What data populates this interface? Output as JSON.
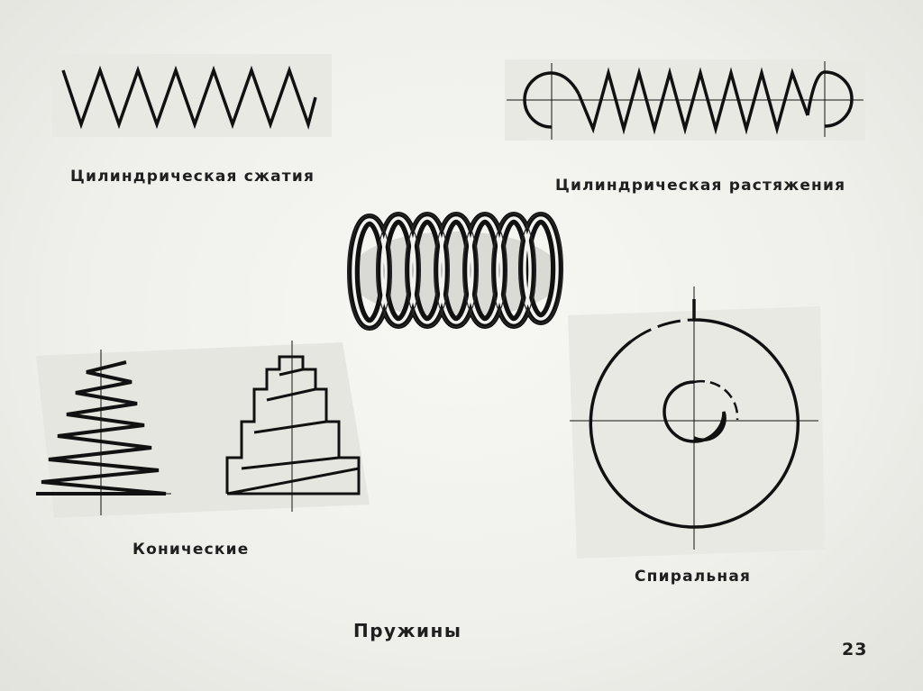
{
  "labels": {
    "compression": "Цилиндрическая сжатия",
    "tension": "Цилиндрическая растяжения",
    "conical": "Конические",
    "spiral": "Спиральная",
    "title": "Пружины",
    "page_number": "23"
  },
  "colors": {
    "background": "#efefeb",
    "line": "#111111",
    "panel": "#e4e4df"
  }
}
